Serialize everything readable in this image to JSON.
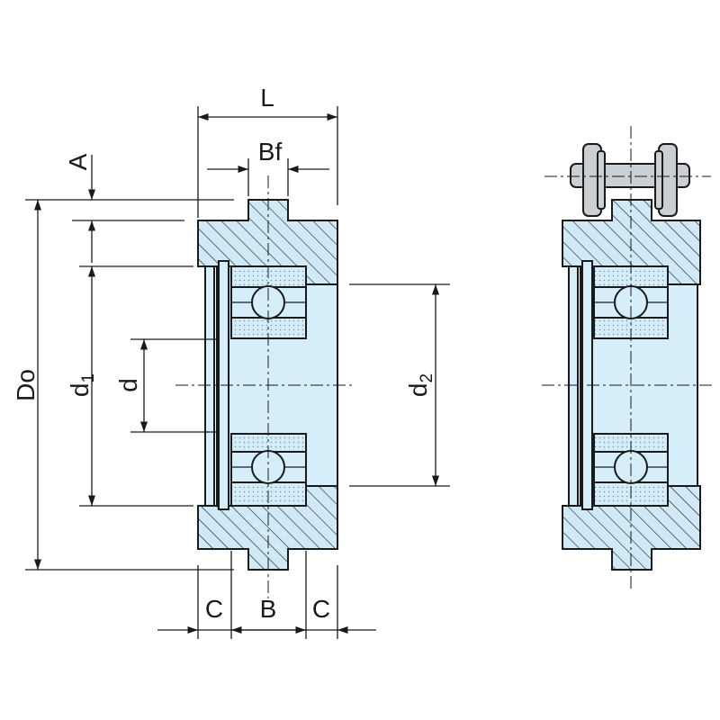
{
  "labels": {
    "L": "L",
    "Bf": "Bf",
    "A": "A",
    "Do": "Do",
    "d1": "d",
    "d1_sub": "1",
    "d": "d",
    "d2": "d",
    "d2_sub": "2",
    "C_left": "C",
    "B": "B",
    "C_right": "C"
  },
  "colors": {
    "body_fill": "#cfe9f7",
    "bore_fill": "#d6eef9",
    "stipple": "#6b8fa3",
    "chain_fill": "#c9cfd3",
    "line": "#1a1a1a"
  }
}
